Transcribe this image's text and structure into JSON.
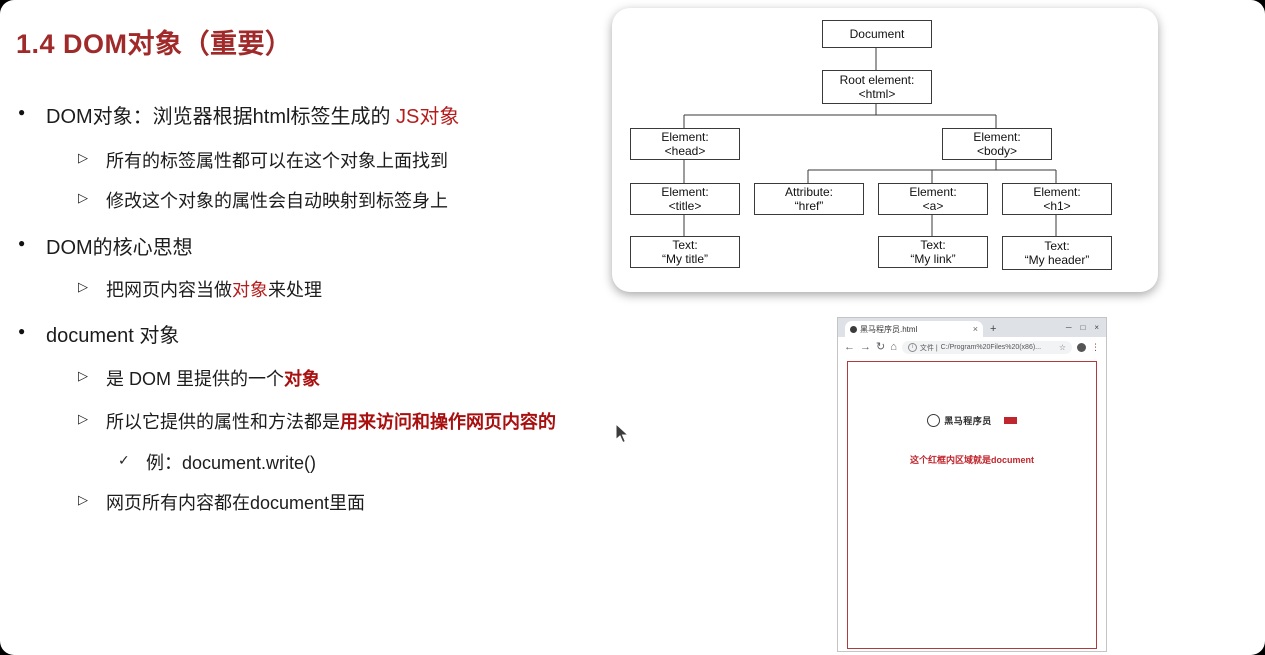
{
  "slide": {
    "title": "1.4 DOM对象（重要）"
  },
  "markers": {
    "dot": "●",
    "arrow": "▷",
    "check": "✓"
  },
  "content": {
    "b1": {
      "t1": "DOM对象：浏览器根据html标签生成的 ",
      "t2": "JS对象"
    },
    "b2": {
      "t1": "所有的标签属性都可以在这个对象上面找到"
    },
    "b3": {
      "t1": "修改这个对象的属性会自动映射到标签身上"
    },
    "b4": {
      "t1": "DOM的核心思想"
    },
    "b5": {
      "t1": "把网页内容当做",
      "t2": "对象",
      "t3": "来处理"
    },
    "b6": {
      "t1": "document 对象"
    },
    "b7": {
      "t1": "是 DOM 里提供的一个",
      "t2": "对象"
    },
    "b8": {
      "t1": "所以它提供的属性和方法都是",
      "t2": "用来访问和操作网页内容的"
    },
    "b9": {
      "t1": "例：document.write()"
    },
    "b10": {
      "t1": "网页所有内容都在document里面"
    }
  },
  "diagram": {
    "document": {
      "l1": "Document"
    },
    "root": {
      "l1": "Root element:",
      "l2": "<html>"
    },
    "head": {
      "l1": "Element:",
      "l2": "<head>"
    },
    "body": {
      "l1": "Element:",
      "l2": "<body>"
    },
    "title": {
      "l1": "Element:",
      "l2": "<title>"
    },
    "href": {
      "l1": "Attribute:",
      "l2": "“href”"
    },
    "a": {
      "l1": "Element:",
      "l2": "<a>"
    },
    "h1": {
      "l1": "Element:",
      "l2": "<h1>"
    },
    "mytitle": {
      "l1": "Text:",
      "l2": "“My title”"
    },
    "mylink": {
      "l1": "Text:",
      "l2": "“My link”"
    },
    "myheader": {
      "l1": "Text:",
      "l2": "“My header”"
    }
  },
  "browser": {
    "tab_title": "黑马程序员.html",
    "tab_close": "×",
    "new_tab": "+",
    "win_min": "─",
    "win_max": "□",
    "win_close": "×",
    "back": "←",
    "forward": "→",
    "refresh": "↻",
    "home": "⌂",
    "info": "i",
    "url_prefix": "文件 |",
    "url": "C:/Program%20Files%20(x86)...",
    "star": "☆",
    "menu": "⋮",
    "page": {
      "logo": "黑马程序员",
      "caption": "这个红框内区域就是document"
    }
  },
  "colors": {
    "accent_red": "#a80f0f",
    "title_red": "#a02a2a",
    "box_red": "#b03b3b"
  }
}
